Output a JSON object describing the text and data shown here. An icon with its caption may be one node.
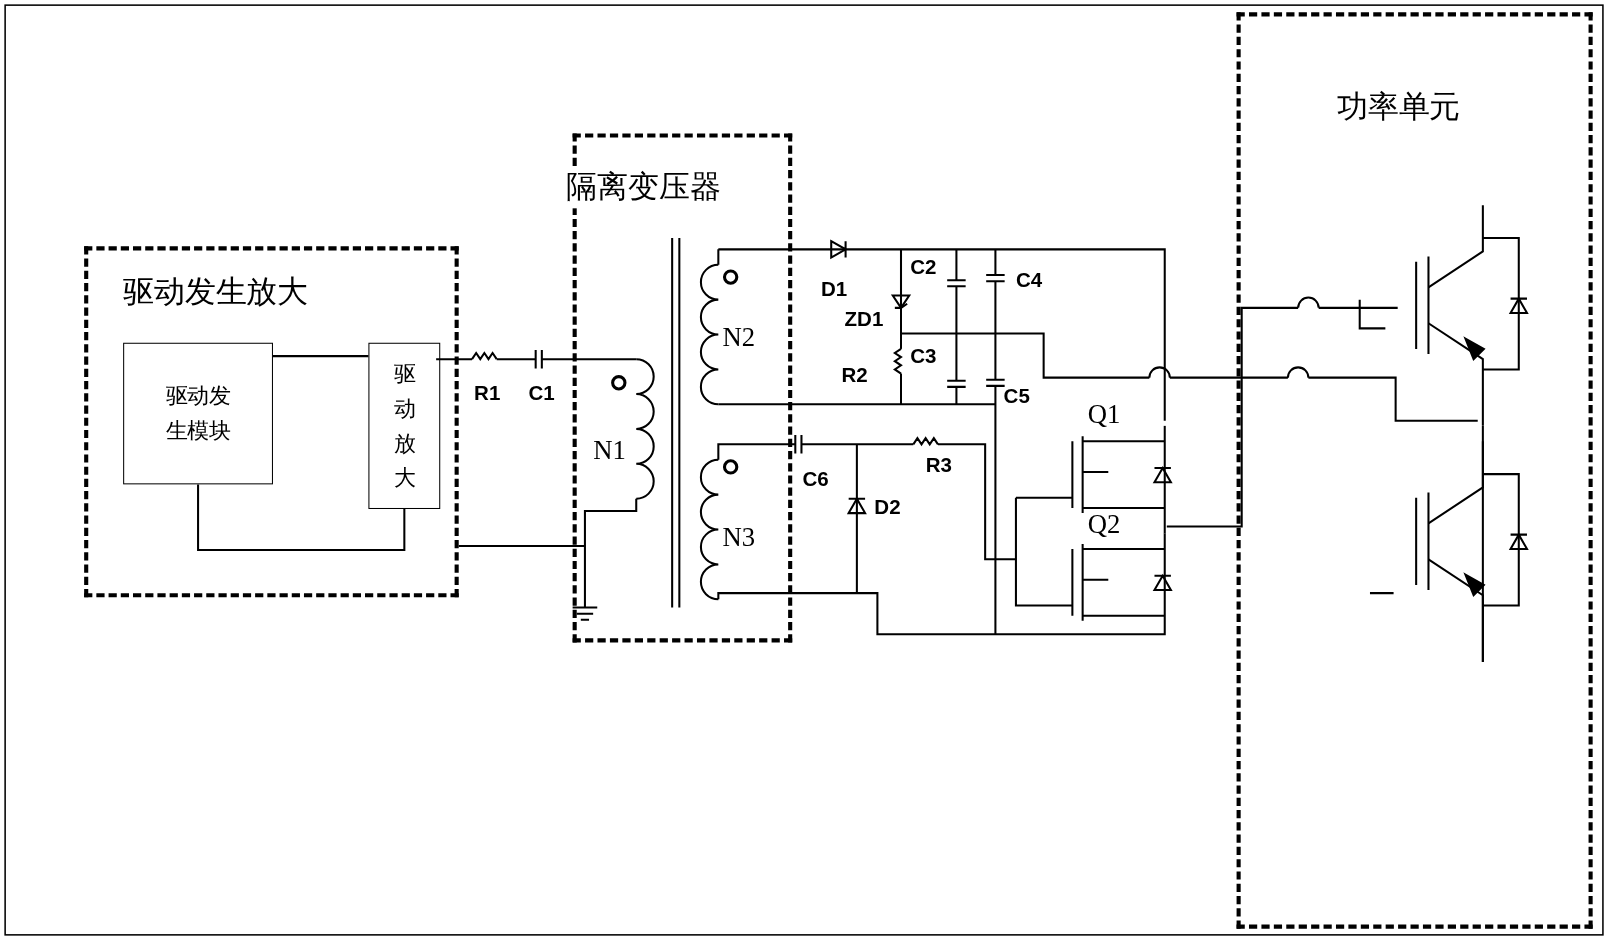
{
  "diagram": {
    "nodes": [
      {
        "text": [
          "驱动发生放大"
        ]
      },
      {
        "text": [
          "驱动发生模块"
        ],
        "in": 0
      },
      {
        "text": [
          "驱动放大"
        ],
        "in": 0
      },
      {
        "text": [
          "隔离变压器"
        ]
      },
      {
        "text": [
          "功率单元"
        ]
      }
    ],
    "edges": [
      {
        "from": 1,
        "to": 2,
        "arrow": "none"
      },
      {
        "from": 1,
        "to": 2,
        "arrow": "none"
      }
    ],
    "labels": [
      "D1",
      "C2",
      "C4",
      "N2",
      "ZD1",
      "R1",
      "C1",
      "R2",
      "C3",
      "C5",
      "N1",
      "Q1",
      "C6",
      "D2",
      "R3",
      "N3",
      "Q2"
    ]
  }
}
